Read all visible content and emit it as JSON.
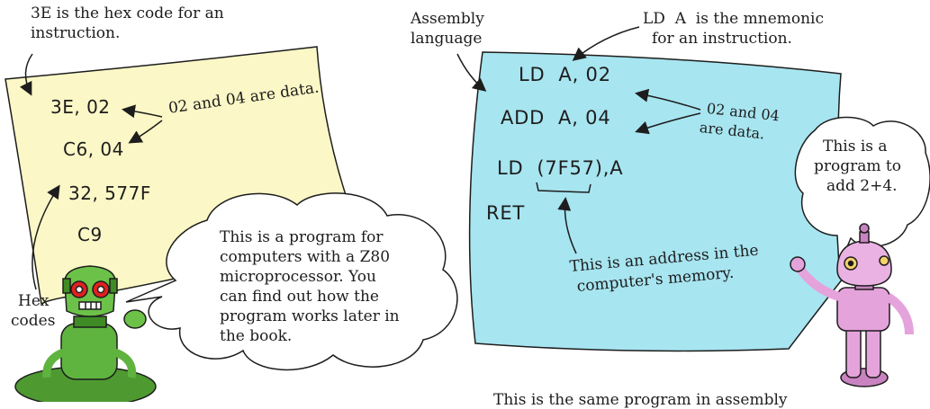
{
  "hex_panel": {
    "top_note": [
      "3E is the hex code for an",
      "instruction."
    ],
    "codes": [
      "3E, 02",
      "C6, 04",
      "32, 577F",
      "C9"
    ],
    "data_note": "02 and 04 are data.",
    "hex_label": [
      "Hex",
      "codes"
    ]
  },
  "robot_left_bubble": {
    "lines": [
      "This is a program for",
      "computers with a Z80",
      "microprocessor. You",
      "can find out how the",
      "program works later in",
      "the book."
    ]
  },
  "asm_panel": {
    "asm_label": [
      "Assembly",
      "language"
    ],
    "mnemonic_note": [
      "LD  A  is the mnemonic",
      "for an instruction."
    ],
    "lines": [
      "LD  A, 02",
      "ADD  A, 04",
      "LD  (7F57),A",
      "RET"
    ],
    "data_note": [
      "02 and 04",
      "are data."
    ],
    "address_note": [
      "This is an address in the",
      "computer's memory."
    ]
  },
  "robot_right_bubble": {
    "lines": [
      "This is a",
      "program to",
      "add 2+4."
    ]
  },
  "bottom_cut_text": "This is the same program in assembly",
  "colors": {
    "hex_paper": "#fbf7c6",
    "asm_paper": "#a7e5f0",
    "robot_left": "#5fb33f",
    "robot_right": "#e5a3dc",
    "outline": "#1d1d1d"
  }
}
